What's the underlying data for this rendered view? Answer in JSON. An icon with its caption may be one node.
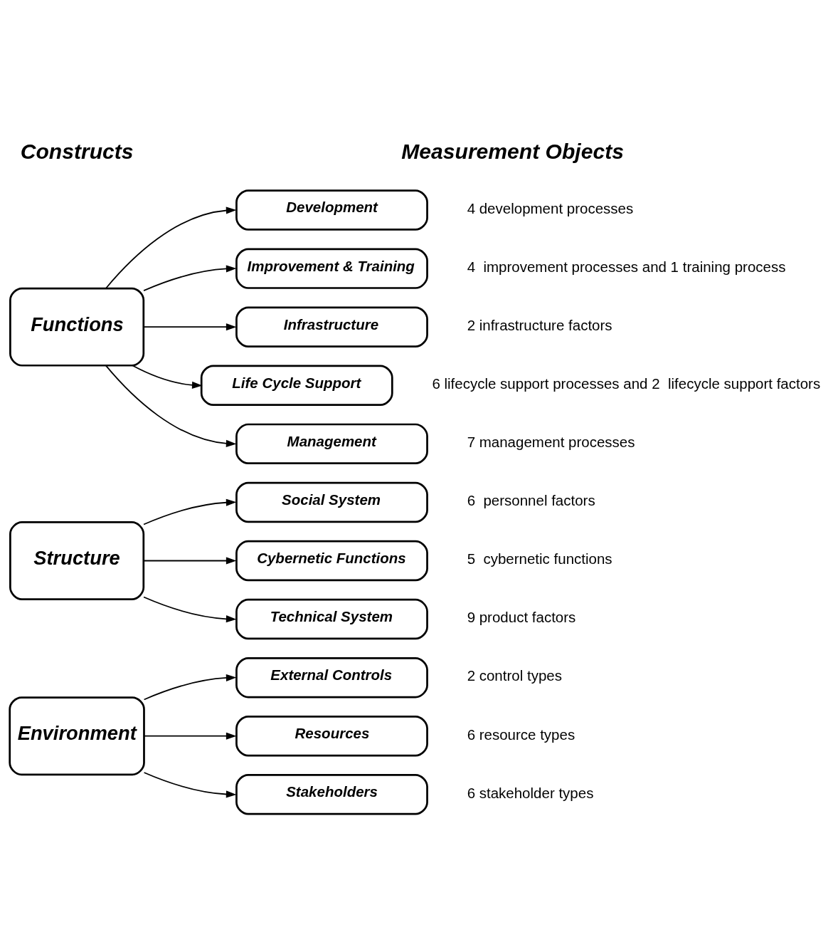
{
  "diagram": {
    "nodes": [
      {
        "text": [
          "Functions"
        ]
      },
      {
        "text": [
          "Development"
        ],
        "beside": [
          "4 development processes"
        ]
      },
      {
        "text": [
          "Improvement & Training"
        ],
        "beside": [
          "4  improvement processes and 1 training process"
        ]
      },
      {
        "text": [
          "Infrastructure"
        ],
        "beside": [
          "2 infrastructure factors"
        ]
      },
      {
        "text": [
          "Life Cycle Support"
        ],
        "beside": [
          "6 lifecycle support processes and 2  lifecycle support factors"
        ]
      },
      {
        "text": [
          "Management"
        ],
        "beside": [
          "7 management processes"
        ]
      },
      {
        "text": [
          "Structure"
        ]
      },
      {
        "text": [
          "Social System"
        ],
        "beside": [
          "6  personnel factors"
        ]
      },
      {
        "text": [
          "Cybernetic Functions"
        ],
        "beside": [
          "5  cybernetic functions"
        ]
      },
      {
        "text": [
          "Technical System"
        ],
        "beside": [
          "9 product factors"
        ]
      },
      {
        "text": [
          "Environment"
        ]
      },
      {
        "text": [
          "External Controls"
        ],
        "beside": [
          "2 control types"
        ]
      },
      {
        "text": [
          "Resources"
        ],
        "beside": [
          "6 resource types"
        ]
      },
      {
        "text": [
          "Stakeholders"
        ],
        "beside": [
          "6 stakeholder types"
        ]
      }
    ],
    "edges": [
      {
        "from": 0,
        "to": 1,
        "arrow": "to"
      },
      {
        "from": 0,
        "to": 2,
        "arrow": "to"
      },
      {
        "from": 0,
        "to": 3,
        "arrow": "to"
      },
      {
        "from": 0,
        "to": 4,
        "arrow": "to"
      },
      {
        "from": 0,
        "to": 5,
        "arrow": "to"
      },
      {
        "from": 6,
        "to": 7,
        "arrow": "to"
      },
      {
        "from": 6,
        "to": 8,
        "arrow": "to"
      },
      {
        "from": 6,
        "to": 9,
        "arrow": "to"
      },
      {
        "from": 10,
        "to": 11,
        "arrow": "to"
      },
      {
        "from": 10,
        "to": 12,
        "arrow": "to"
      },
      {
        "from": 10,
        "to": 13,
        "arrow": "to"
      }
    ],
    "labels": [
      "Constructs",
      "Measurement Objects"
    ]
  }
}
